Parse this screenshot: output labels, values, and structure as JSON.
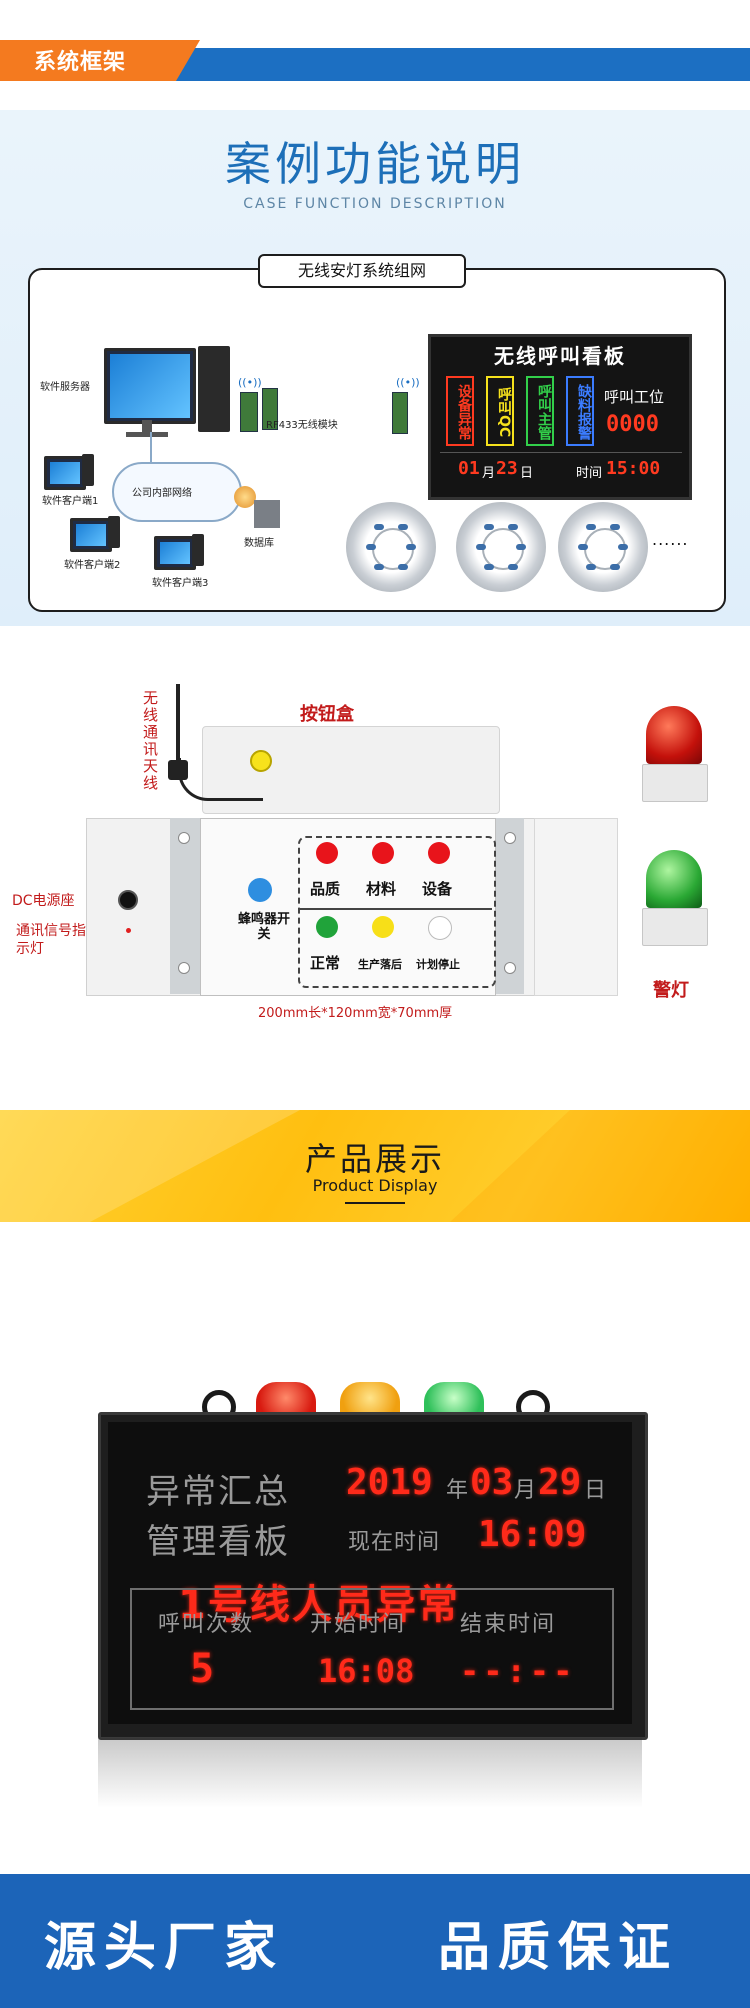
{
  "header": {
    "title": "系统框架"
  },
  "case": {
    "title": "案例功能说明",
    "subtitle": "CASE FUNCTION DESCRIPTION",
    "network_label": "无线安灯系统组网",
    "server_label": "软件服务器",
    "client1_label": "软件客户端1",
    "client2_label": "软件客户端2",
    "client3_label": "软件客户端3",
    "lan_label": "公司内部网络",
    "rf_label": "RF433无线模块",
    "db_label": "数据库",
    "board": {
      "title": "无线呼叫看板",
      "boxes": [
        {
          "text": "设备异常",
          "color": "#ff3a20"
        },
        {
          "text": "呼叫QC",
          "color": "#f6e21c"
        },
        {
          "text": "呼叫主管",
          "color": "#32d04a"
        },
        {
          "text": "缺料报警",
          "color": "#3b7cff"
        }
      ],
      "station_label": "呼叫工位",
      "station_value": "0000",
      "month": "01",
      "month_unit": "月",
      "day": "23",
      "day_unit": "日",
      "time_label": "时间",
      "time_value": "15:00"
    },
    "more": "......"
  },
  "diagram": {
    "antenna_label": "无线通讯天线",
    "box_label": "按钮盒",
    "buttons_top": [
      "品质",
      "材料",
      "设备"
    ],
    "buttons_bottom": [
      "正常",
      "生产落后",
      "计划停止"
    ],
    "buzzer_label": "蜂鸣器开关",
    "dc_label": "DC电源座",
    "signal_label": "通讯信号指示灯",
    "dimension": "200mm长*120mm宽*70mm厚",
    "lamp_label": "警灯",
    "colors": {
      "red": "#e8141b",
      "yellow": "#f7df18",
      "green": "#20a33a",
      "white": "#ffffff"
    }
  },
  "banner": {
    "title": "产品展示",
    "subtitle": "Product Display"
  },
  "product": {
    "line1": "异常汇总",
    "year": "2019",
    "year_unit": "年",
    "month": "03",
    "month_unit": "月",
    "day": "29",
    "day_unit": "日",
    "line2": "管理看板",
    "now_label": "现在时间",
    "now_value": "16:09",
    "alert": "1号线人员异常",
    "col1": "呼叫次数",
    "col2": "开始时间",
    "col3": "结束时间",
    "count": "5",
    "start": "16:08",
    "end": "--:--"
  },
  "footer": {
    "left": "源头厂家",
    "right": "品质保证"
  }
}
